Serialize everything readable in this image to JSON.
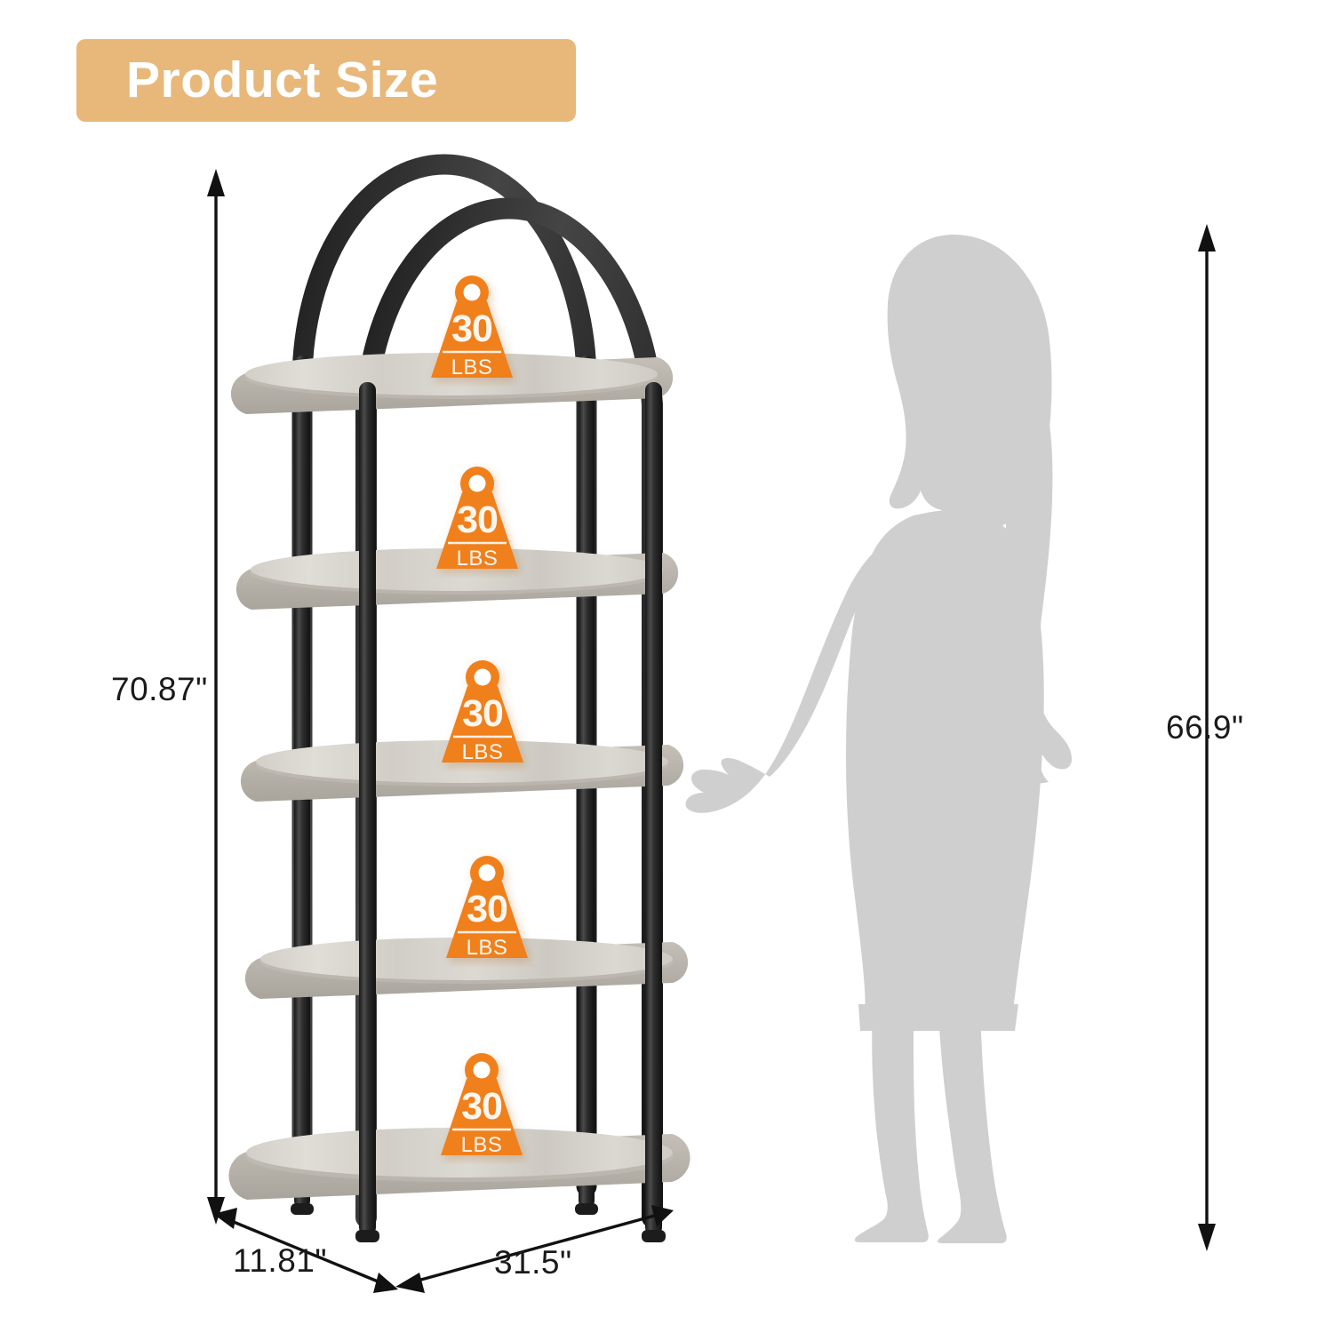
{
  "header": {
    "title": "Product Size",
    "banner_color": "#e8b87a",
    "title_color": "#ffffff"
  },
  "dimensions": {
    "height": "70.87\"",
    "depth": "11.81\"",
    "width": "31.5\"",
    "person_height": "66.9\""
  },
  "product": {
    "name": "5-tier oval bookshelf",
    "shelf_count": 5,
    "frame_color": "#2b2b2b",
    "shelf_color": "#d6d2cb",
    "shelf_edge_color": "#b9b4ac"
  },
  "weight_badges": [
    {
      "value": "30",
      "unit": "LBS"
    },
    {
      "value": "30",
      "unit": "LBS"
    },
    {
      "value": "30",
      "unit": "LBS"
    },
    {
      "value": "30",
      "unit": "LBS"
    },
    {
      "value": "30",
      "unit": "LBS"
    }
  ],
  "badge": {
    "color": "#f0801e",
    "text_color": "#fdf6ef"
  },
  "silhouette": {
    "description": "woman standing with extended arm",
    "color": "#cfcfcf"
  }
}
